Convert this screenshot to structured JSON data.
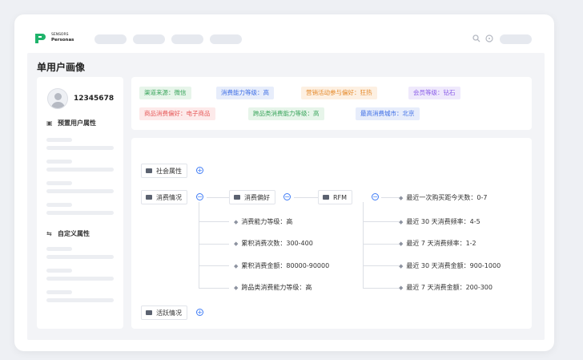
{
  "brand": {
    "line1": "SENSORS",
    "line2": "Personas"
  },
  "page_title": "单用户画像",
  "user": {
    "id": "12345678"
  },
  "left_sections": {
    "preset": "预置用户属性",
    "custom": "自定义属性"
  },
  "tags": [
    {
      "text": "渠道来源：微信",
      "color": "#3aa55c",
      "bg": "#e7f5ea"
    },
    {
      "text": "消费能力等级：高",
      "color": "#3f6fe6",
      "bg": "#e7edfb"
    },
    {
      "text": "营销活动参与偏好：狂热",
      "color": "#e58a2c",
      "bg": "#fdf0e2"
    },
    {
      "text": "会员等级：钻石",
      "color": "#8a5ce8",
      "bg": "#efe9fc"
    },
    {
      "text": "商品消费偏好：电子商品",
      "color": "#e65a5a",
      "bg": "#fdeaea"
    },
    {
      "text": "跨品类消费能力等级：高",
      "color": "#3aa55c",
      "bg": "#e7f5ea"
    },
    {
      "text": "最高消费城市：北京",
      "color": "#3f6fe6",
      "bg": "#e7edfb"
    }
  ],
  "tree": {
    "social": "社会属性",
    "consumption": "消费情况",
    "preference": "消费偏好",
    "rfm": "RFM",
    "active": "活跃情况",
    "preference_leaves": [
      "消费能力等级：高",
      "累积消费次数：300-400",
      "累积消费金额：80000-90000",
      "跨品类消费能力等级：高"
    ],
    "rfm_leaves": [
      "最近一次购买距今天数：0-7",
      "最近 30 天消费频率：4-5",
      "最近 7 天消费频率：1-2",
      "最近 30 天消费金额：900-1000",
      "最近 7 天消费金额：200-300"
    ]
  }
}
